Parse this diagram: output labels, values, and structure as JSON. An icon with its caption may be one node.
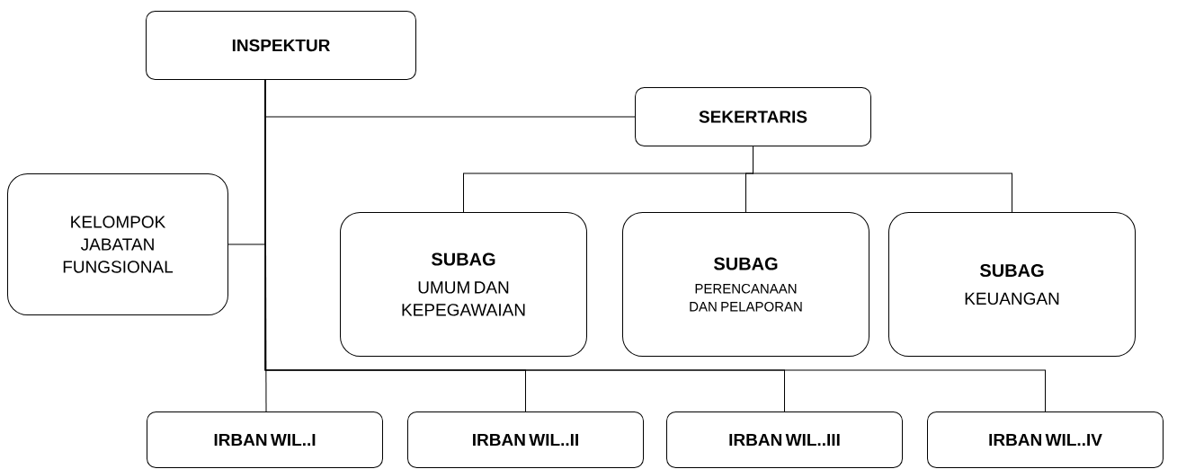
{
  "diagram": {
    "nodes": [
      {
        "text": [
          "INSPEKTUR"
        ]
      },
      {
        "text": [
          "SEKERTARIS"
        ]
      },
      {
        "text": [
          "KELOMPOK JABATAN FUNGSIONAL"
        ]
      },
      {
        "text": [
          "SUBAG",
          "UMUM DAN KEPEGAWAIAN"
        ]
      },
      {
        "text": [
          "SUBAG",
          "PERENCANAAN DAN PELAPORAN"
        ]
      },
      {
        "text": [
          "SUBAG",
          "KEUANGAN"
        ]
      },
      {
        "text": [
          "IRBAN WIL..I"
        ]
      },
      {
        "text": [
          "IRBAN WIL..II"
        ]
      },
      {
        "text": [
          "IRBAN WIL..III"
        ]
      },
      {
        "text": [
          "IRBAN WIL..IV"
        ]
      }
    ],
    "edges": [
      {
        "from": 0,
        "to": 1,
        "arrow": "none"
      },
      {
        "from": 0,
        "to": 2,
        "arrow": "none"
      },
      {
        "from": 1,
        "to": 3,
        "arrow": "none"
      },
      {
        "from": 1,
        "to": 4,
        "arrow": "none"
      },
      {
        "from": 1,
        "to": 5,
        "arrow": "none"
      },
      {
        "from": 0,
        "to": 6,
        "arrow": "none"
      },
      {
        "from": 0,
        "to": 7,
        "arrow": "none"
      },
      {
        "from": 0,
        "to": 8,
        "arrow": "none"
      },
      {
        "from": 0,
        "to": 9,
        "arrow": "none"
      }
    ]
  }
}
